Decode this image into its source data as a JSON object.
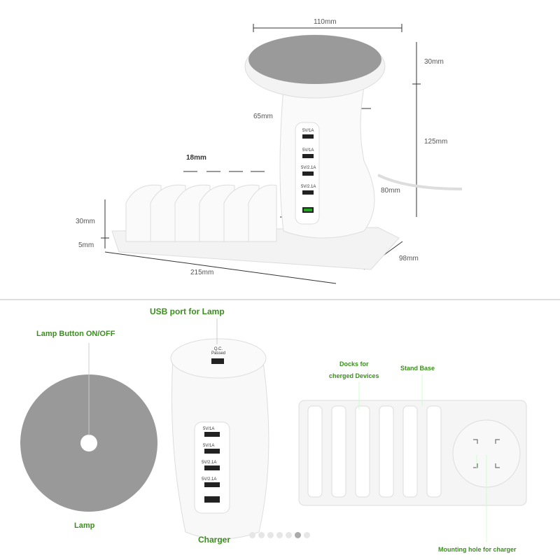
{
  "dimensions": {
    "width_top": "110mm",
    "cap_height": "30mm",
    "stem_width": "65mm",
    "body_height": "125mm",
    "slot_width": "18mm",
    "base_width": "80mm",
    "dock_height": "30mm",
    "base_height": "5mm",
    "length": "215mm",
    "depth": "98mm"
  },
  "ports": [
    "5V/1A",
    "5V/1A",
    "5V/2.1A",
    "5V/2.1A"
  ],
  "labels": {
    "usb_lamp": "USB port for Lamp",
    "lamp_button": "Lamp Button ON/OFF",
    "lamp": "Lamp",
    "charger": "Charger",
    "docks": "Docks for\ncherged Devices",
    "stand_base": "Stand Base",
    "mounting": "Mounting hole for charger",
    "qc": "Q.C. Passed"
  },
  "carousel": {
    "total": 7,
    "active": 6
  },
  "colors": {
    "accent": "#3a8f1c",
    "lamp": "#999999"
  }
}
